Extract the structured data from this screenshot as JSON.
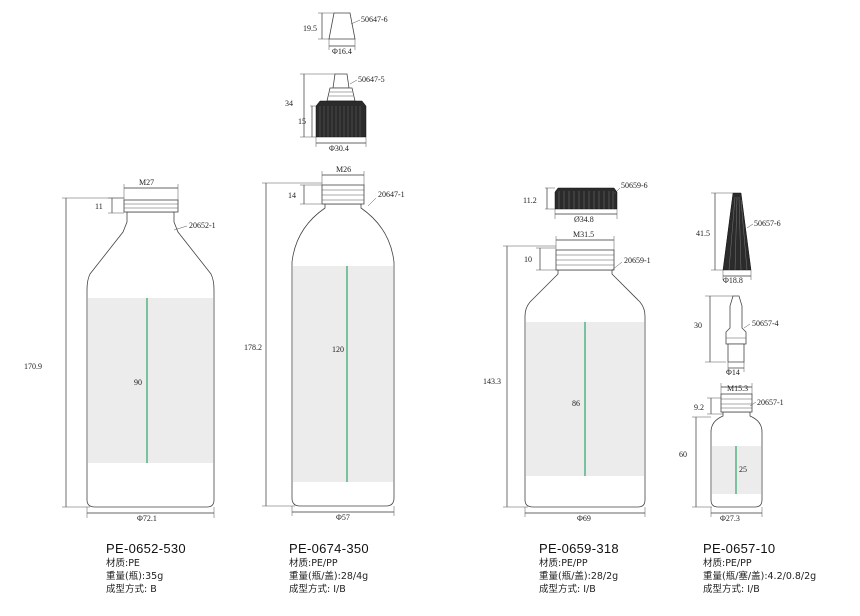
{
  "products": [
    {
      "model": "PE-0652-530",
      "material": "材质:PE",
      "weight": "重量(瓶):35g",
      "forming": "成型方式: B",
      "dims": {
        "height": "170.9",
        "neck_height": "11",
        "thread": "M27",
        "diameter": "Φ72.1",
        "label_height": "90"
      },
      "parts": {
        "bottle": "20652-1"
      }
    },
    {
      "model": "PE-0674-350",
      "material": "材质:PE/PP",
      "weight": "重量(瓶/盖):28/4g",
      "forming": "成型方式: I/B",
      "dims": {
        "height": "178.2",
        "neck_height": "14",
        "thread": "M26",
        "diameter": "Φ57",
        "label_height": "120",
        "cap_height": "19.5",
        "cap_diameter": "Φ16.4",
        "closure_height": "34",
        "closure_base_height": "15",
        "closure_diameter": "Φ30.4"
      },
      "parts": {
        "bottle": "20647-1",
        "cap": "50647-6",
        "closure": "50647-5"
      }
    },
    {
      "model": "PE-0659-318",
      "material": "材质:PE/PP",
      "weight": "重量(瓶/盖):28/2g",
      "forming": "成型方式: I/B",
      "dims": {
        "height": "143.3",
        "neck_height": "10",
        "thread": "M31.5",
        "diameter": "Φ69",
        "label_height": "86",
        "cap_height": "11.2",
        "cap_diameter": "Ø34.8"
      },
      "parts": {
        "bottle": "20659-1",
        "cap": "50659-6"
      }
    },
    {
      "model": "PE-0657-10",
      "material": "材质:PE/PP",
      "weight": "重量(瓶/塞/盖):4.2/0.8/2g",
      "forming": "成型方式: I/B",
      "dims": {
        "height": "60",
        "neck_height": "9.2",
        "thread": "M15.3",
        "diameter": "Φ27.3",
        "label_height": "25",
        "cap_height": "41.5",
        "cap_diameter": "Φ18.8",
        "plug_height": "30",
        "plug_diameter": "Φ14"
      },
      "parts": {
        "bottle": "20657-1",
        "cap": "50657-6",
        "plug": "50657-4"
      }
    }
  ]
}
